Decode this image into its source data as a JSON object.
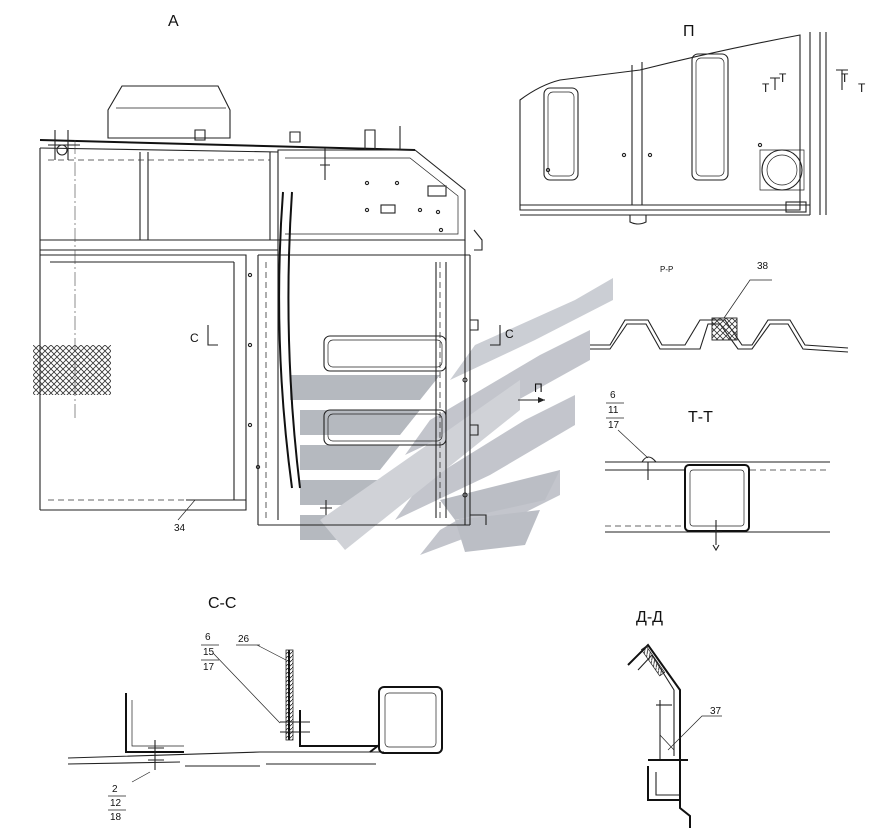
{
  "views": {
    "view_a": "А",
    "view_p": "П",
    "section_pp": "Р-Р",
    "section_tt": "Т-Т",
    "section_cc": "С-С",
    "section_dd": "Д-Д"
  },
  "markers": {
    "c_left": "С",
    "c_right": "С",
    "p_arrow": "П",
    "t1": "Т",
    "t2": "Т",
    "t3": "Т",
    "t4": "Т"
  },
  "callouts": {
    "pos_34": "34",
    "pos_38": "38",
    "pos_37": "37",
    "pos_26": "26",
    "tt_stack": [
      "6",
      "11",
      "17"
    ],
    "cc_top_stack": [
      "6",
      "15",
      "17"
    ],
    "cc_bottom_stack": [
      "2",
      "12",
      "18"
    ]
  },
  "colors": {
    "line": "#222222",
    "watermark": "#b9bcc4",
    "watermark_dark": "#8f939c",
    "hatch": "#333333",
    "section_fill": "#555555"
  },
  "icons": {
    "watermark": "stylized-chevron-logo-watermark"
  }
}
